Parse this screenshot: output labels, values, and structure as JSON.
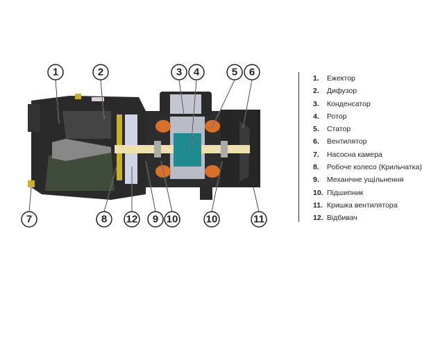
{
  "diagram": {
    "callouts": [
      {
        "id": "c1",
        "label": "1"
      },
      {
        "id": "c2",
        "label": "2"
      },
      {
        "id": "c3",
        "label": "3"
      },
      {
        "id": "c4",
        "label": "4"
      },
      {
        "id": "c5",
        "label": "5"
      },
      {
        "id": "c6",
        "label": "6"
      },
      {
        "id": "c7",
        "label": "7"
      },
      {
        "id": "c8",
        "label": "8"
      },
      {
        "id": "c12",
        "label": "12"
      },
      {
        "id": "c9",
        "label": "9"
      },
      {
        "id": "c10a",
        "label": "10"
      },
      {
        "id": "c10b",
        "label": "10"
      },
      {
        "id": "c11",
        "label": "11"
      }
    ],
    "colors": {
      "body": "#2b2b2b",
      "chamber": "#3e4a3a",
      "shaft": "#efe0b0",
      "rotor": "#1f8a90",
      "stator": "#b9bcc6",
      "winding": "#d9702a",
      "brass": "#c9b02a"
    }
  },
  "legend": {
    "items": [
      {
        "num": "1.",
        "label": "Ежектор"
      },
      {
        "num": "2.",
        "label": "Дифузор"
      },
      {
        "num": "3.",
        "label": "Конденсатор"
      },
      {
        "num": "4.",
        "label": "Ротор"
      },
      {
        "num": "5.",
        "label": "Статор"
      },
      {
        "num": "6.",
        "label": "Вентилятор"
      },
      {
        "num": "7.",
        "label": "Насосна камера"
      },
      {
        "num": "8.",
        "label": "Робоче колесо (Крильчатка)"
      },
      {
        "num": "9.",
        "label": "Механічне ущільнення"
      },
      {
        "num": "10.",
        "label": "Підшипник"
      },
      {
        "num": "11.",
        "label": "Кришка вентилятора"
      },
      {
        "num": "12.",
        "label": "Відбивач"
      }
    ]
  }
}
